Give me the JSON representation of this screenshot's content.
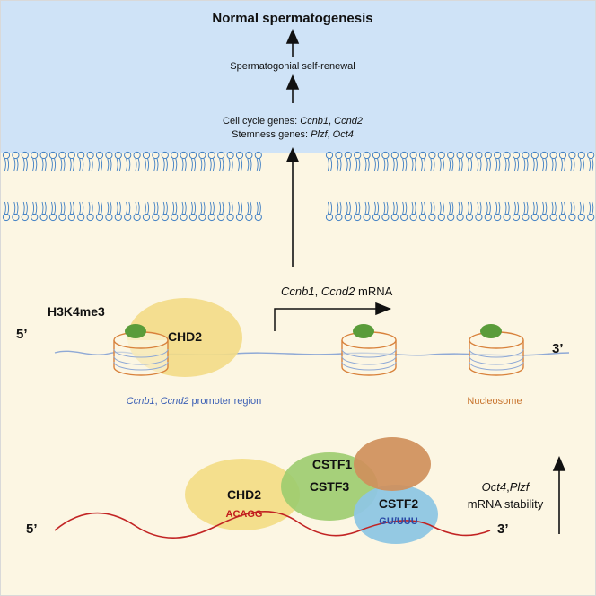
{
  "outcome": {
    "title": "Normal spermatogenesis",
    "self_renewal": "Spermatogonial self-renewal",
    "cell_cycle_prefix": "Cell cycle genes: ",
    "cell_cycle_gene1": "Ccnb1",
    "cell_cycle_sep": ", ",
    "cell_cycle_gene2": "Ccnd2",
    "stemness_prefix": "Stemness genes: ",
    "stemness_gene1": "Plzf",
    "stemness_sep": ", ",
    "stemness_gene2": "Oct4"
  },
  "chromatin": {
    "five_prime": "5’",
    "three_prime": "3’",
    "histone_mark": "H3K4me3",
    "chd2_label": "CHD2",
    "mrna_gene1": "Ccnb1",
    "mrna_sep": ", ",
    "mrna_gene2": "Ccnd2",
    "mrna_suffix": " mRNA",
    "promoter_gene1": "Ccnb1",
    "promoter_sep": ", ",
    "promoter_gene2": "Ccnd2",
    "promoter_suffix": " promoter region",
    "nucleosome_label": "Nucleosome"
  },
  "rna": {
    "five_prime": "5’",
    "three_prime": "3’",
    "chd2_label": "CHD2",
    "chd2_motif": "ACAGG",
    "cstf3_label": "CSTF3",
    "cstf1_label": "CSTF1",
    "cstf2_label": "CSTF2",
    "cstf2_motif": "GU/UUU",
    "stability_gene1": "Oct4",
    "stability_sep": ",",
    "stability_gene2": "Plzf",
    "stability_line2": "mRNA stability"
  },
  "colors": {
    "extracellular_bg": "#cfe3f7",
    "cytoplasm_bg": "#fcf6e3",
    "membrane": "#3f7fc4",
    "dna_line": "#8fa9d6",
    "nucleosome": "#d8823c",
    "histone_mark": "#5a9c3a",
    "chd2": "#f3dc86",
    "cstf3": "#9ccc6e",
    "cstf1": "#cf8f5b",
    "cstf2": "#8ec6e3",
    "rna_line": "#c22424"
  }
}
